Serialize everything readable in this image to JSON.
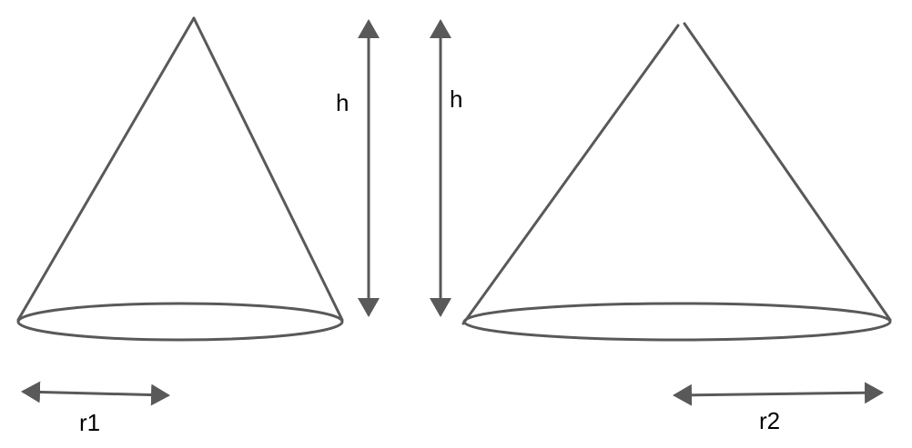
{
  "colors": {
    "stroke": "#595959",
    "text": "#000000",
    "background": "#ffffff"
  },
  "labels": {
    "h_left": "h",
    "h_right": "h",
    "r1": "r1",
    "r2": "r2"
  }
}
